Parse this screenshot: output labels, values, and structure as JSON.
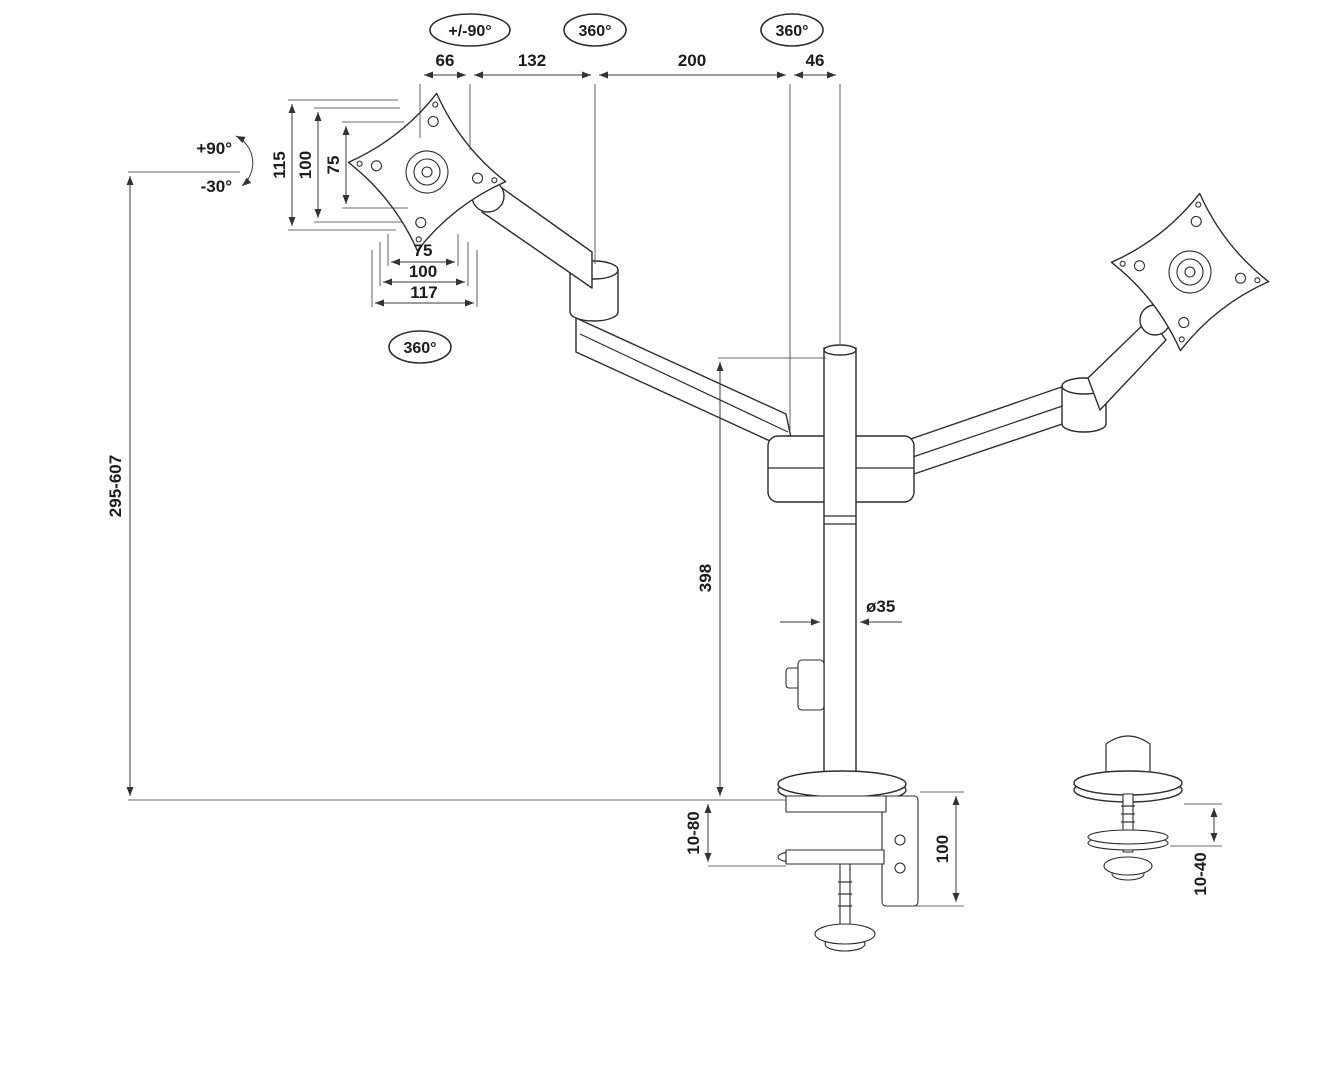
{
  "diagram": {
    "callouts": {
      "plate_swivel": "+/-90°",
      "elbow_rotation": "360°",
      "pole_rotation": "360°",
      "plate_rotation": "360°"
    },
    "tilt": {
      "up": "+90°",
      "down": "-30°"
    },
    "top_chain": {
      "seg1": "66",
      "seg2": "132",
      "seg3": "200",
      "seg4": "46"
    },
    "plate": {
      "height_outer": "115",
      "height_mid": "100",
      "height_inner": "75",
      "width_inner": "75",
      "width_mid": "100",
      "width_outer": "117"
    },
    "height_range": "295-607",
    "pole": {
      "height": "398",
      "diameter": "ø35"
    },
    "clamp": {
      "thickness_range": "10-80",
      "depth": "100"
    },
    "grommet": {
      "thickness_range": "10-40"
    }
  }
}
